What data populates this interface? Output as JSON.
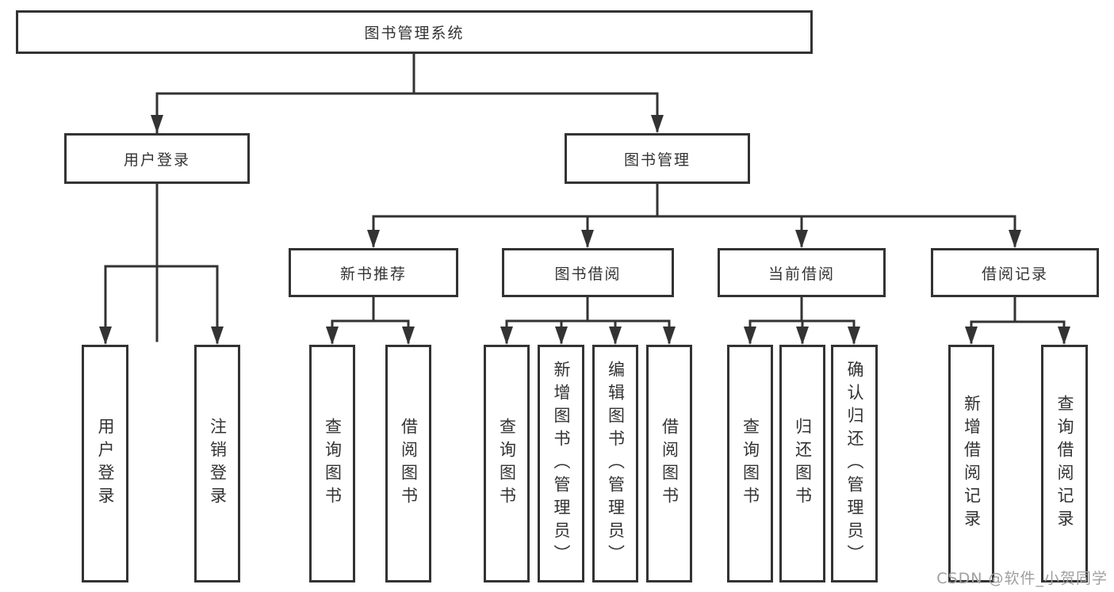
{
  "tree": {
    "root": {
      "label": "图书管理系统"
    },
    "level2": [
      {
        "label": "用户登录"
      },
      {
        "label": "图书管理"
      }
    ],
    "level3": [
      {
        "label": "新书推荐"
      },
      {
        "label": "图书借阅"
      },
      {
        "label": "当前借阅"
      },
      {
        "label": "借阅记录"
      }
    ],
    "leaves": {
      "user_login": [
        "用户登录",
        "注销登录"
      ],
      "new_book": [
        "查询图书",
        "借阅图书"
      ],
      "book_borrow": [
        "查询图书",
        "新增图书（管理员）",
        "编辑图书（管理员）",
        "借阅图书"
      ],
      "current_borrow": [
        "查询图书",
        "归还图书",
        "确认归还（管理员）"
      ],
      "borrow_record": [
        "新增借阅记录",
        "查询借阅记录"
      ]
    }
  },
  "watermark": "CSDN @软件_小贺同学",
  "colors": {
    "line": "#333333",
    "box_border": "#333333",
    "text": "#333333",
    "watermark": "#a0a0a0",
    "background": "#ffffff"
  }
}
